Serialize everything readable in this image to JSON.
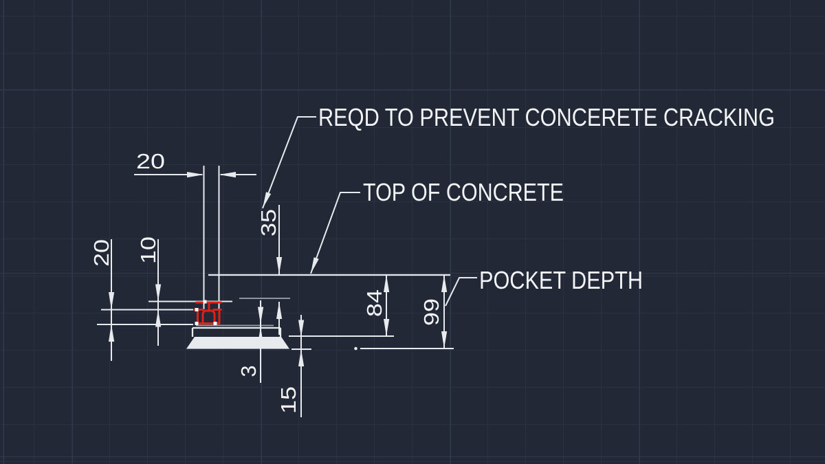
{
  "colors": {
    "bg": "#222835",
    "grid": "#2a3140",
    "grid-major": "#313a4c",
    "ink": "#e8ebee",
    "gray": "#8d959f",
    "red": "#e0201a",
    "text": "#f2f4f6"
  },
  "annotations": {
    "note_cracking": "REQD TO PREVENT CONCERETE CRACKING",
    "top_of_concrete": "TOP OF CONCRETE",
    "pocket_depth": "POCKET DEPTH"
  },
  "dimensions": {
    "bolt_spacing_top": "20",
    "left_outer": "20",
    "left_inner": "10",
    "projection": "35",
    "depth_to_former": "84",
    "total_pocket_depth": "99",
    "plate_thickness": "3",
    "former_height": "15"
  }
}
